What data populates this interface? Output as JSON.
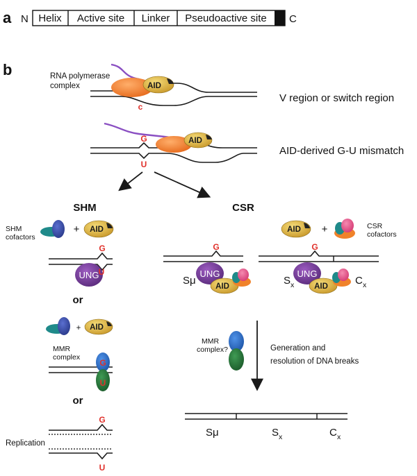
{
  "panel_a": {
    "label": "a",
    "n_terminus": "N",
    "c_terminus": "C",
    "domains": [
      "Helix",
      "Active site",
      "Linker",
      "Pseudoactive site"
    ]
  },
  "panel_b": {
    "label": "b",
    "rna_pol_label_1": "RNA polymerase",
    "rna_pol_label_2": "complex",
    "aid": "AID",
    "c_base": "c",
    "g_base": "G",
    "u_base": "U",
    "v_region_label": "V region or switch region",
    "mismatch_label": "AID-derived G-U mismatch",
    "shm_heading": "SHM",
    "csr_heading": "CSR",
    "shm_cofactors_1": "SHM",
    "shm_cofactors_2": "cofactors",
    "csr_cofactors_1": "CSR",
    "csr_cofactors_2": "cofactors",
    "plus": "+",
    "ung": "UNG",
    "or": "or",
    "mmr_complex_1": "MMR",
    "mmr_complex_2": "complex",
    "mmr_complex_q_1": "MMR",
    "mmr_complex_q_2": "complex?",
    "replication": "Replication",
    "s_mu": "Sμ",
    "s_x": "S",
    "c_x": "C",
    "sub_x": "x",
    "generation_1": "Generation and",
    "generation_2": "resolution of DNA breaks"
  },
  "colors": {
    "aid": "#d9b23c",
    "rna_pol": "#f0822a",
    "ung": "#7b3d9b",
    "mmr_top": "#2f6fc6",
    "mmr_bottom": "#2d7d3e",
    "cofactor_blue": "#3a4fa8",
    "cofactor_teal": "#1f8a8a",
    "cofactor_pink": "#e8508a",
    "purple_rna": "#8a4fc2",
    "mismatch_red": "#e0312b"
  }
}
